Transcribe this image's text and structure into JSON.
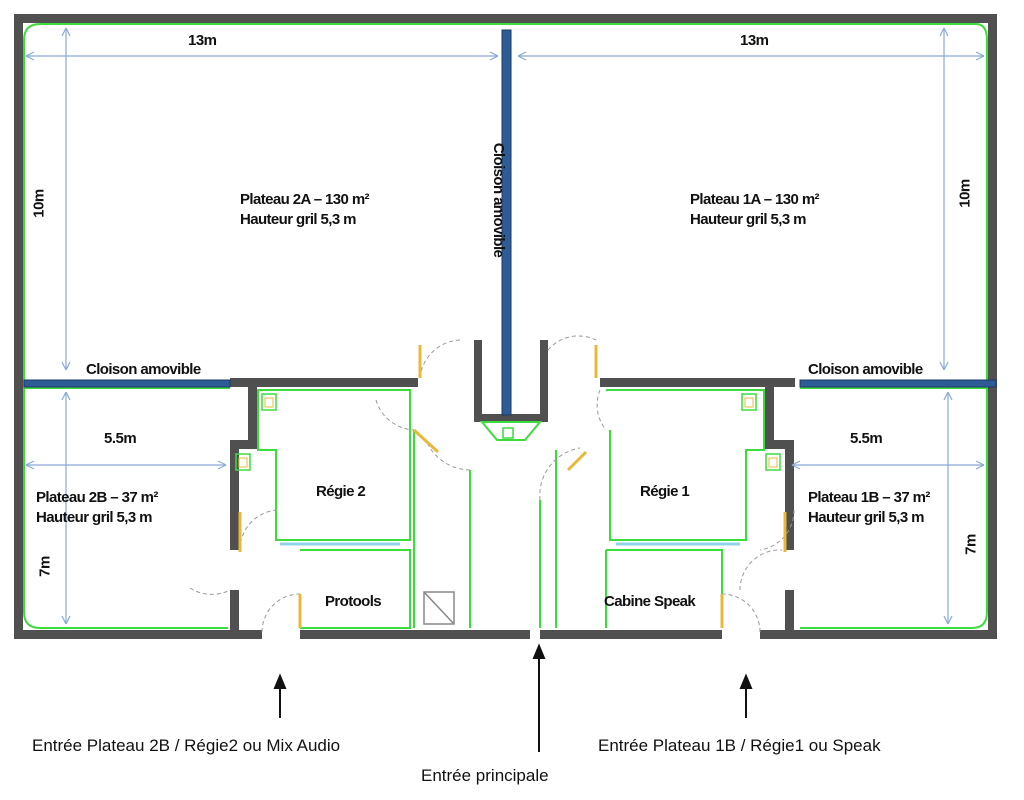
{
  "plan": {
    "plateau_2a": {
      "name": "Plateau 2A – 130 m²",
      "height": "Hauteur gril 5,3 m"
    },
    "plateau_1a": {
      "name": "Plateau 1A – 130 m²",
      "height": "Hauteur gril 5,3 m"
    },
    "plateau_2b": {
      "name": "Plateau 2B – 37 m²",
      "height": "Hauteur gril 5,3 m"
    },
    "plateau_1b": {
      "name": "Plateau 1B – 37 m²",
      "height": "Hauteur gril 5,3 m"
    },
    "regie_2": "Régie 2",
    "regie_1": "Régie 1",
    "protools": "Protools",
    "cabine_speak": "Cabine Speak",
    "cloison_center": "Cloison amovible",
    "cloison_left": "Cloison amovible",
    "cloison_right": "Cloison amovible",
    "dims": {
      "top_left_width": "13m",
      "top_right_width": "13m",
      "left_height": "10m",
      "right_height": "10m",
      "bottom_left_width": "5.5m",
      "bottom_right_width": "5.5m",
      "bottom_left_height": "7m",
      "bottom_right_height": "7m"
    }
  },
  "entrances": {
    "left": "Entrée Plateau 2B / Régie2 ou Mix Audio",
    "main": "Entrée principale",
    "right": "Entrée Plateau 1B / Régie1 ou Speak"
  },
  "colors": {
    "wall": "#505050",
    "partition": "#2e5c96",
    "outline_green": "#3ddc3d",
    "dimension_line": "#8aa8d8",
    "door_yellow": "#e8b83a"
  }
}
